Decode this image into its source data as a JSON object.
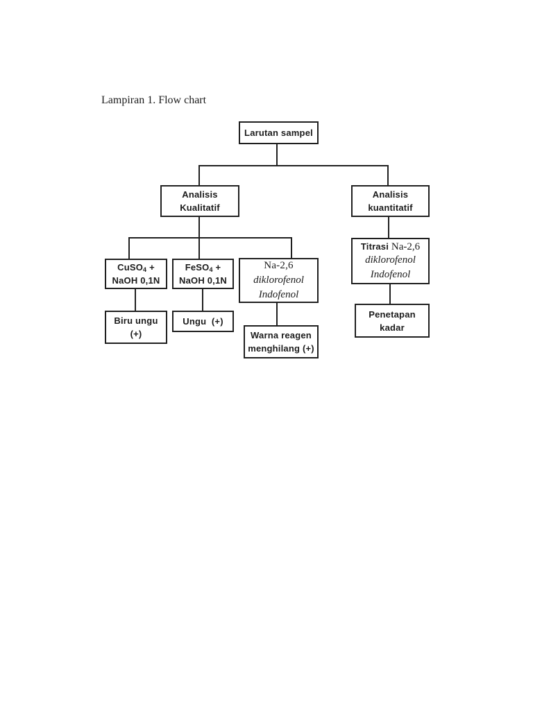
{
  "page": {
    "title": "Lampiran 1. Flow chart"
  },
  "flowchart": {
    "root": {
      "label": "Larutan sampel"
    },
    "qualitative": {
      "line1": "Analisis",
      "line2": "Kualitatif"
    },
    "quantitative": {
      "line1": "Analisis",
      "line2": "kuantitatif"
    },
    "cuso4": {
      "formula_base": "CuSO",
      "formula_sub": "4",
      "formula_plus": " +",
      "line2": "NaOH 0,1N"
    },
    "feso4": {
      "formula_base": "FeSO",
      "formula_sub": "4",
      "formula_plus": " +",
      "line2": "NaOH 0,1N"
    },
    "na26": {
      "line1": "Na-2,6",
      "line2": "diklorofenol",
      "line3": "Indofenol"
    },
    "biru_ungu": {
      "line1": "Biru ungu",
      "line2": "(+)"
    },
    "ungu": {
      "line1": "Ungu  (+)"
    },
    "warna_reagen": {
      "line1": "Warna reagen",
      "line2": "menghilang (+)"
    },
    "titrasi": {
      "line1_bold": "Titrasi ",
      "line1_serif": "Na-2,6",
      "line2": "diklorofenol",
      "line3": "Indofenol"
    },
    "penetapan": {
      "line1": "Penetapan",
      "line2": "kadar"
    }
  }
}
